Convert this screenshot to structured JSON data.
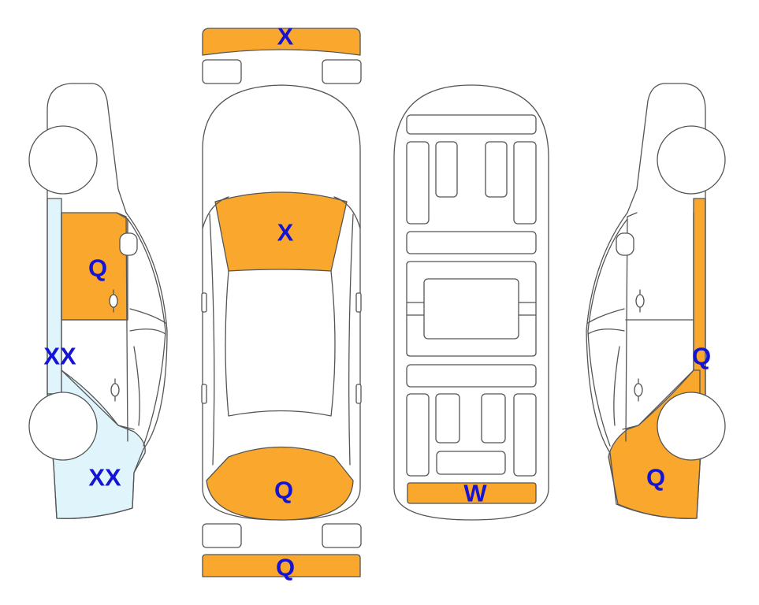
{
  "colors": {
    "paint": "#F9A82D",
    "repair": "#DFF4FB",
    "label": "#1414D2",
    "outline": "#555555"
  },
  "diagram": {
    "front_bumper": {
      "label": "X",
      "state": "paint"
    },
    "hood": {
      "label": "X",
      "state": "paint"
    },
    "trunk_lid": {
      "label": "Q",
      "state": "paint"
    },
    "rear_bumper": {
      "label": "Q",
      "state": "paint"
    },
    "floor_rear_panel": {
      "label": "W",
      "state": "paint"
    },
    "left_side": {
      "front_door": {
        "label": "Q",
        "state": "paint"
      },
      "rocker": {
        "label": "XX",
        "state": "repair"
      },
      "rear_quarter": {
        "label": "XX",
        "state": "repair"
      }
    },
    "right_side": {
      "rocker": {
        "label": "Q",
        "state": "paint"
      },
      "rear_quarter": {
        "label": "Q",
        "state": "paint"
      }
    }
  }
}
